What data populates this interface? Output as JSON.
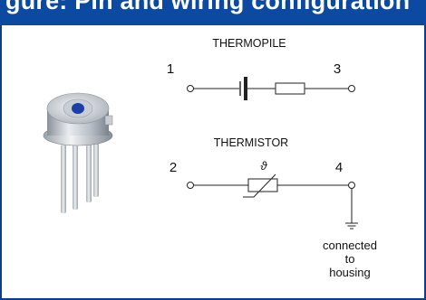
{
  "header": {
    "title": "gure: Pin and wiring configuration"
  },
  "thermopile": {
    "label": "THERMOPILE",
    "pin_left": "1",
    "pin_right": "3"
  },
  "thermistor": {
    "label": "THERMISTOR",
    "pin_left": "2",
    "pin_right": "4",
    "symbol": "ϑ"
  },
  "ground_note": {
    "line1": "connected",
    "line2": "to",
    "line3": "housing"
  },
  "colors": {
    "header_bg": "#0b4aa0",
    "lens": "#1b3ea8"
  }
}
